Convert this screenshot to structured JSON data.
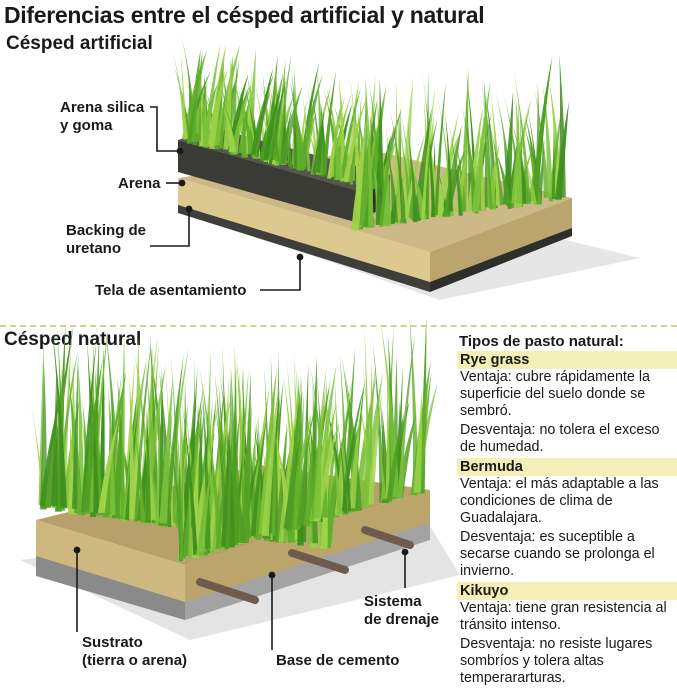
{
  "title": "Diferencias entre el césped artificial y natural",
  "artificial": {
    "heading": "Césped artificial",
    "labels": {
      "arena_silica_1": "Arena silica",
      "arena_silica_2": "y goma",
      "arena": "Arena",
      "backing_1": "Backing de",
      "backing_2": "uretano",
      "tela": "Tela de asentamiento"
    }
  },
  "natural": {
    "heading": "Césped natural",
    "labels": {
      "sustrato_1": "Sustrato",
      "sustrato_2": "(tierra o arena)",
      "base": "Base de cemento",
      "sistema_1": "Sistema",
      "sistema_2": "de drenaje"
    }
  },
  "grass_types": {
    "heading": "Tipos de pasto natural:",
    "items": [
      {
        "name": "Rye grass",
        "pro": "Ventaja: cubre rápidamente la superficie del suelo donde se sembró.",
        "con": "Desventaja: no tolera el exceso de humedad."
      },
      {
        "name": "Bermuda",
        "pro": "Ventaja: el más adaptable a las condiciones de clima de Guadalajara.",
        "con": "Desventaja: es suceptible a secarse cuando se prolonga el invierno."
      },
      {
        "name": "Kikuyo",
        "pro": "Ventaja: tiene gran resistencia al tránsito intenso.",
        "con": "Desventaja: no resiste lugares sombríos y tolera altas temperararturas."
      }
    ]
  },
  "colors": {
    "grass_dark": "#3f8f1e",
    "grass_mid": "#5fae2a",
    "grass_light": "#9ed24a",
    "sand": "#dcc98f",
    "rubber": "#3b3b36",
    "soil": "#c8b47a",
    "cement": "#8f8f8f",
    "highlight": "#f3efb6"
  }
}
